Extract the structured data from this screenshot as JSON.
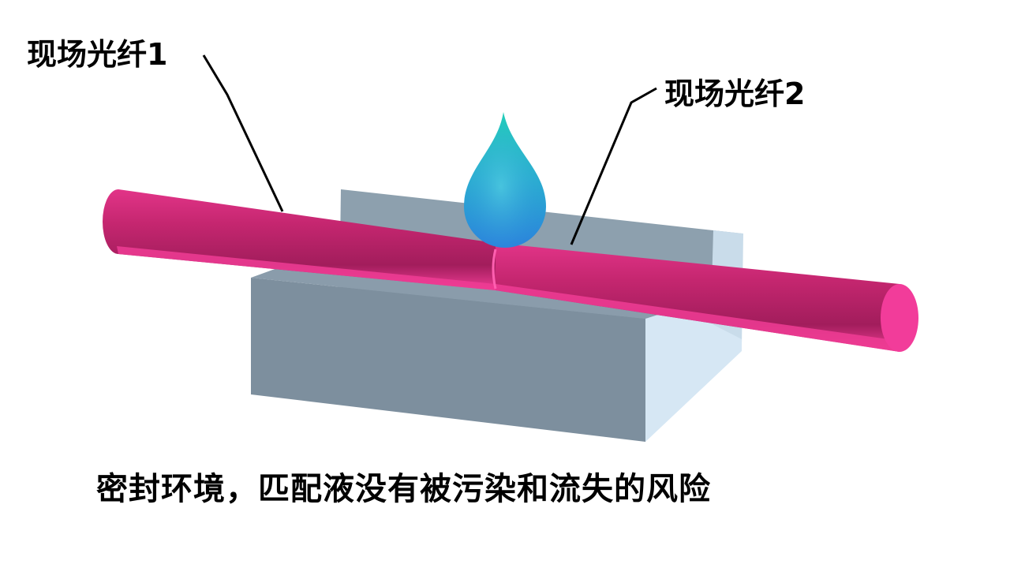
{
  "labels": {
    "fiber_1": "现场光纤1",
    "fiber_2": "现场光纤2"
  },
  "caption": "密封环境，匹配液没有被污染和流失的风险",
  "colors": {
    "fiber_main": "#c4266f",
    "fiber_dark": "#8e1a52",
    "fiber_highlight": "#ee3c94",
    "fiber_end_face": "#f23c9a",
    "block_side": "#7d8f9e",
    "block_top": "#8da0ae",
    "block_light": "#d6e7f4",
    "drop_top": "#27c4c0",
    "drop_bottom": "#2b8fda",
    "leader_line": "#000000"
  },
  "icons": {
    "droplet": "water-drop-icon"
  }
}
